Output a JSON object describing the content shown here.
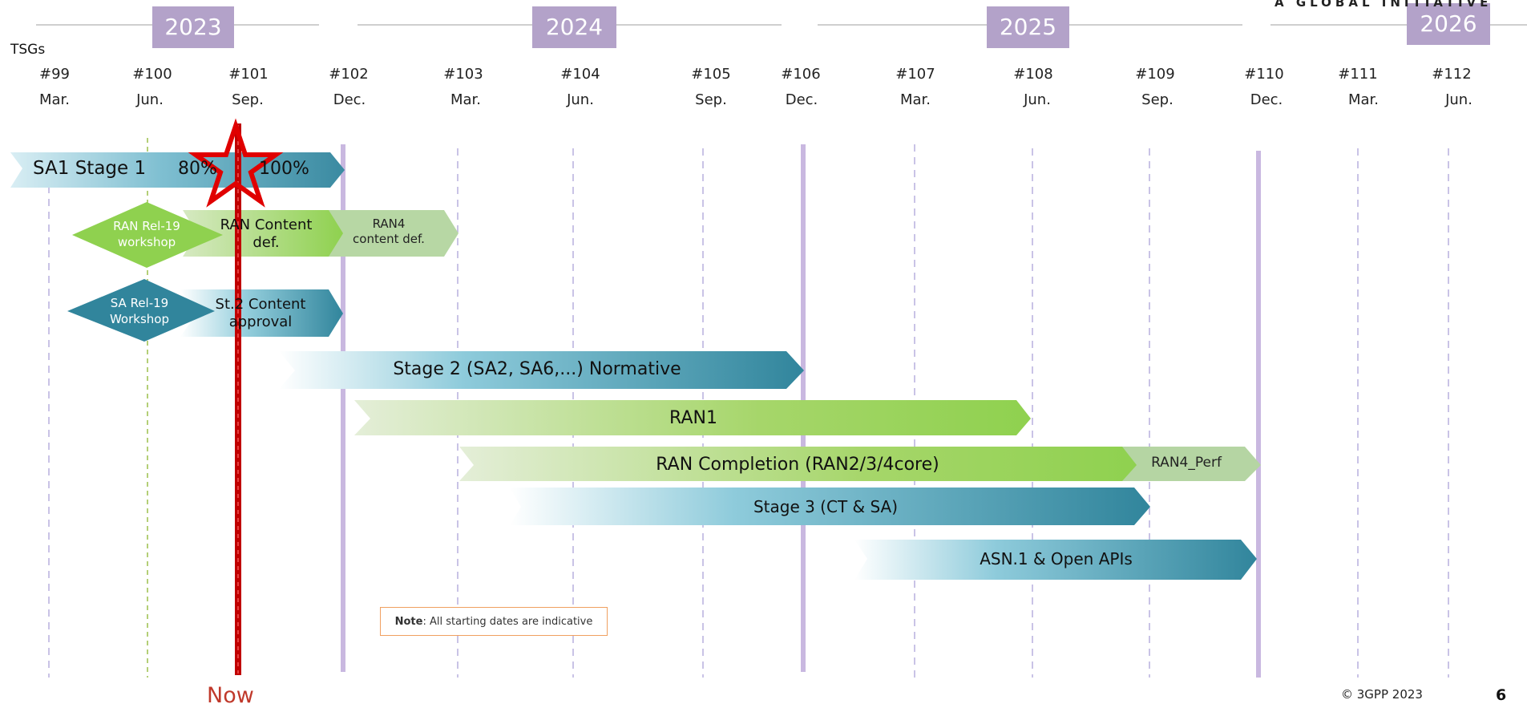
{
  "header": {
    "tsgs_label": "TSGs",
    "brand_text": "A GLOBAL INITIATIVE",
    "years": [
      "2023",
      "2024",
      "2025",
      "2026"
    ]
  },
  "meetings": [
    {
      "num": "#99",
      "month": "Mar."
    },
    {
      "num": "#100",
      "month": "Jun."
    },
    {
      "num": "#101",
      "month": "Sep."
    },
    {
      "num": "#102",
      "month": "Dec."
    },
    {
      "num": "#103",
      "month": "Mar."
    },
    {
      "num": "#104",
      "month": "Jun."
    },
    {
      "num": "#105",
      "month": "Sep."
    },
    {
      "num": "#106",
      "month": "Dec."
    },
    {
      "num": "#107",
      "month": "Mar."
    },
    {
      "num": "#108",
      "month": "Jun."
    },
    {
      "num": "#109",
      "month": "Sep."
    },
    {
      "num": "#110",
      "month": "Dec."
    },
    {
      "num": "#111",
      "month": "Mar."
    },
    {
      "num": "#112",
      "month": "Jun."
    }
  ],
  "activities": {
    "sa1_stage1": "SA1 Stage 1",
    "sa1_80": "80%",
    "sa1_100": "100%",
    "ran_workshop_line1": "RAN Rel-19",
    "ran_workshop_line2": "workshop",
    "ran_content_line1": "RAN Content",
    "ran_content_line2": "def.",
    "ran4_content_line1": "RAN4",
    "ran4_content_line2": "content def.",
    "sa_workshop_line1": "SA Rel-19",
    "sa_workshop_line2": "Workshop",
    "st2_content_line1": "St.2 Content",
    "st2_content_line2": "approval",
    "stage2": "Stage 2 (SA2, SA6,...) Normative",
    "ran1": "RAN1",
    "ran_completion": "RAN Completion (RAN2/3/4core)",
    "ran4_perf": "RAN4_Perf",
    "stage3": "Stage 3 (CT & SA)",
    "asn1": "ASN.1 & Open APIs"
  },
  "now_label": "Now",
  "note": {
    "bold": "Note",
    "text": ": All starting dates are indicative"
  },
  "footer": {
    "copyright": "© 3GPP 2023",
    "page": "6"
  },
  "colors": {
    "year_box": "#b3a2c9",
    "green": "#8fd14f",
    "light_green": "#a9d18e",
    "teal": "#31859c",
    "now_red": "#c00000"
  }
}
